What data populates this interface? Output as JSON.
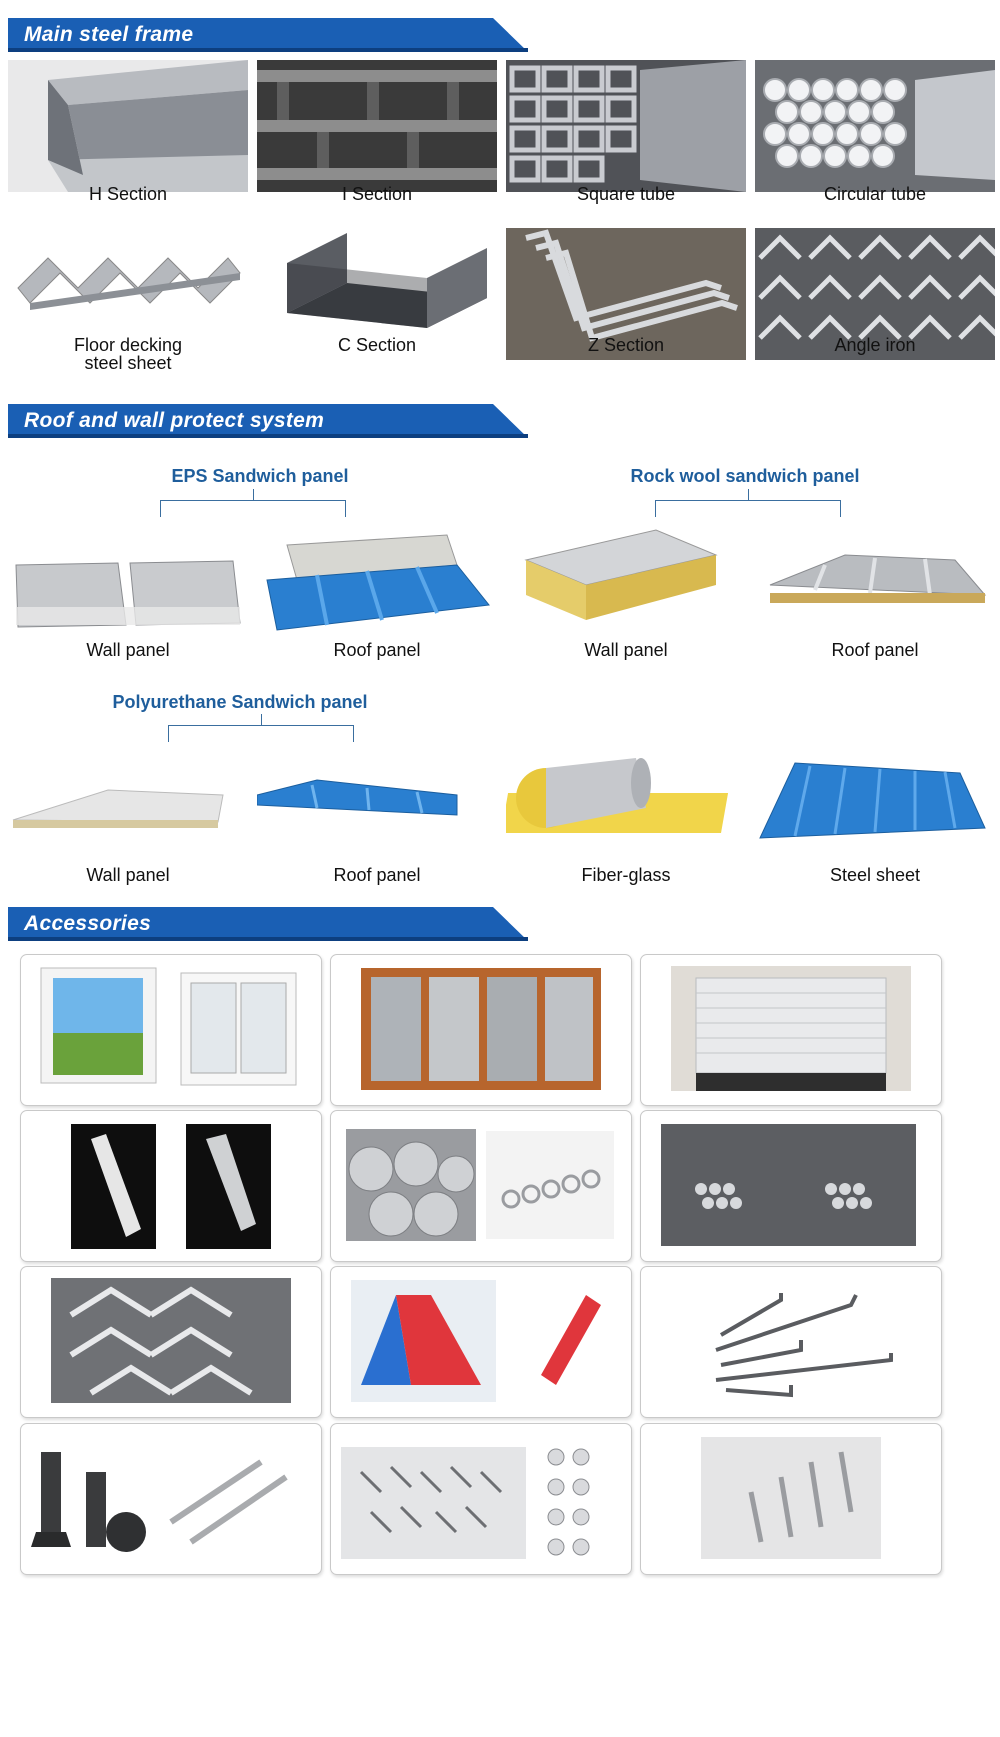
{
  "sections": {
    "main_frame": "Main steel frame",
    "roof_wall": "Roof and wall protect system",
    "accessories": "Accessories"
  },
  "steel_frame": [
    {
      "label": "H Section"
    },
    {
      "label": "I Section"
    },
    {
      "label": "Square tube"
    },
    {
      "label": "Circular tube"
    },
    {
      "label": "Floor decking\nsteel sheet"
    },
    {
      "label": "C Section"
    },
    {
      "label": "Z Section"
    },
    {
      "label": "Angle iron"
    }
  ],
  "panel_groups": {
    "eps": "EPS Sandwich panel",
    "rockwool": "Rock wool sandwich panel",
    "pu": "Polyurethane Sandwich panel"
  },
  "panels_row1": [
    {
      "label": "Wall panel"
    },
    {
      "label": "Roof panel"
    },
    {
      "label": "Wall panel"
    },
    {
      "label": "Roof panel"
    }
  ],
  "panels_row2": [
    {
      "label": "Wall panel"
    },
    {
      "label": "Roof panel"
    },
    {
      "label": "Fiber-glass"
    },
    {
      "label": "Steel sheet"
    }
  ],
  "colors": {
    "banner": "#1a5fb4",
    "group_title": "#1f5e9c",
    "panel_blue": "#2a7fd0"
  }
}
